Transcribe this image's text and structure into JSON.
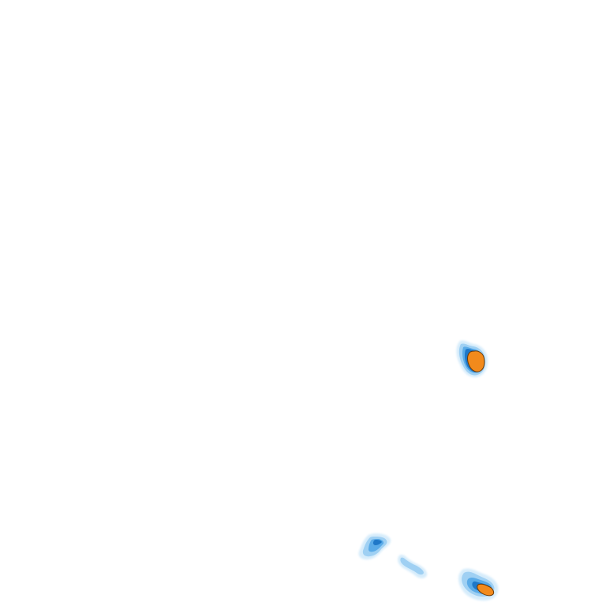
{
  "map": {
    "type": "precipitation-radar-overlay",
    "background_color": "#ffffff",
    "legend_colors": {
      "very_light": "#d6ecfb",
      "light": "#9fd0f3",
      "moderate": "#5aabe8",
      "heavy": "#1f78c8",
      "core": "#0e4f8f",
      "intense": "#f28a1c",
      "intense_outline": "#6b3a08"
    },
    "cells": [
      {
        "name": "cell-east",
        "intensity": "intense"
      },
      {
        "name": "cell-southwest",
        "intensity": "moderate"
      },
      {
        "name": "cell-south-streak",
        "intensity": "light"
      },
      {
        "name": "cell-southeast",
        "intensity": "intense"
      }
    ]
  }
}
